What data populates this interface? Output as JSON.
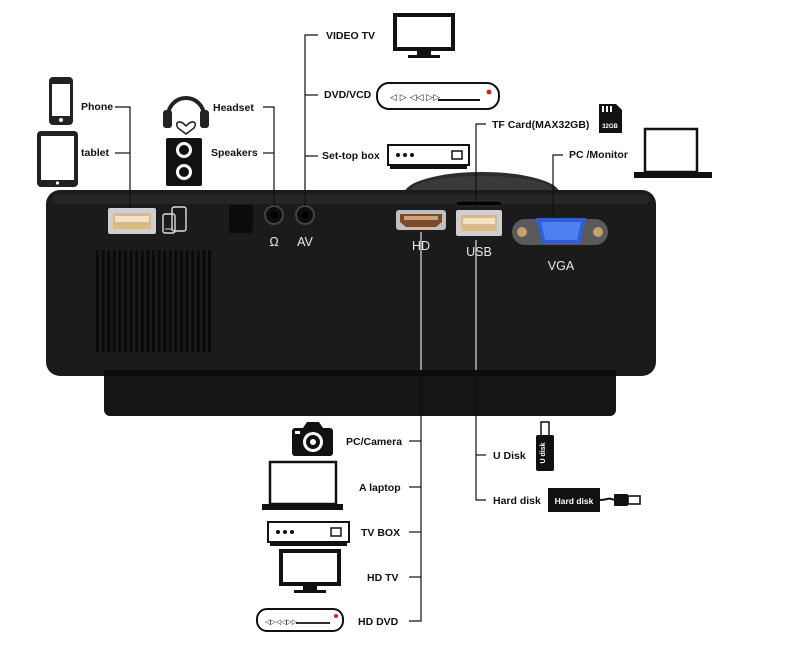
{
  "top_devices": {
    "phone": "Phone",
    "tablet": "tablet",
    "headset": "Headset",
    "speakers": "Speakers",
    "video_tv": "VIDEO TV",
    "dvd_vcd": "DVD/VCD",
    "set_top_box": "Set-top box",
    "tf_card": "TF Card(MAX32GB)",
    "pc_monitor": "PC /Monitor",
    "sd_card_text": "32GB"
  },
  "ports": {
    "headphone_symbol": "Ω",
    "av": "AV",
    "hd": "HD",
    "usb": "USB",
    "vga": "VGA"
  },
  "bottom_devices": {
    "pc_camera": "PC/Camera",
    "laptop": "A laptop",
    "tv_box": "TV BOX",
    "hd_tv": "HD TV",
    "hd_dvd": "HD DVD",
    "u_disk": "U Disk",
    "u_disk_stick_text": "U disk",
    "hard_disk": "Hard disk",
    "hard_disk_box_text": "Hard disk"
  },
  "colors": {
    "projector_body": "#1b1b1b",
    "vga_port": "#2f5fd1",
    "usb_port": "#d9b98a",
    "line": "#111111"
  }
}
